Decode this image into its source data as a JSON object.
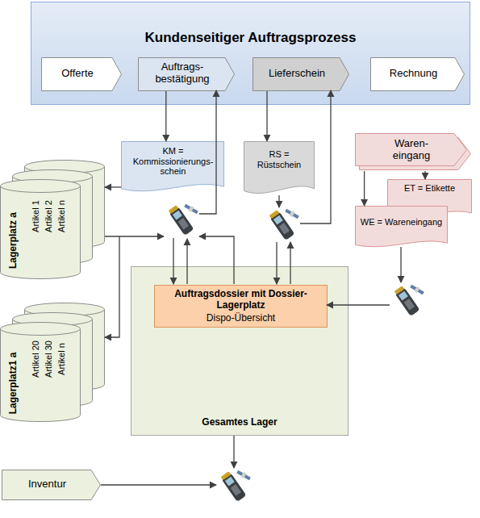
{
  "diagram": {
    "nodes": [
      {
        "text": [
          "Kundenseitiger Auftragsprozess"
        ]
      },
      {
        "text": [
          "Offerte"
        ],
        "in": 0
      },
      {
        "text": [
          "Auftrags- bestätigung"
        ],
        "in": 0
      },
      {
        "text": [
          "Lieferschein"
        ],
        "in": 0
      },
      {
        "text": [
          "Rechnung"
        ],
        "in": 0
      },
      {
        "text": [
          "KM = Kommissionierungs- schein"
        ]
      },
      {
        "text": [
          "RS = Rüstschein"
        ]
      },
      {
        "text": [
          "Waren- eingang"
        ]
      },
      {
        "text": [
          "ET = Etikette"
        ]
      },
      {
        "text": [
          "WE = Wareneingang"
        ]
      },
      {
        "text": [
          "Lagerplatz a",
          "Artikel 1",
          "Artikel 2",
          "Artikel n"
        ]
      },
      {
        "text": [
          "Gesamtes Lager"
        ]
      },
      {
        "text": [
          "Auftragsdossier mit Dossier- Lagerplatz",
          "Dispo-Übersicht"
        ],
        "in": 11
      },
      {
        "text": [
          "Lagerplatz1 a",
          "Artikel 20",
          "Artikel 30",
          "Artikel n"
        ]
      },
      {
        "text": [
          "Inventur"
        ]
      }
    ],
    "edges": [
      {
        "from": 2,
        "to": 5,
        "arrow": "to"
      },
      {
        "from": 3,
        "to": 6,
        "arrow": "to"
      },
      {
        "from": 5,
        "to": 10,
        "arrow": "to"
      },
      {
        "from": 7,
        "to": 8,
        "arrow": "to"
      },
      {
        "from": 7,
        "to": 9,
        "arrow": "to"
      }
    ]
  }
}
